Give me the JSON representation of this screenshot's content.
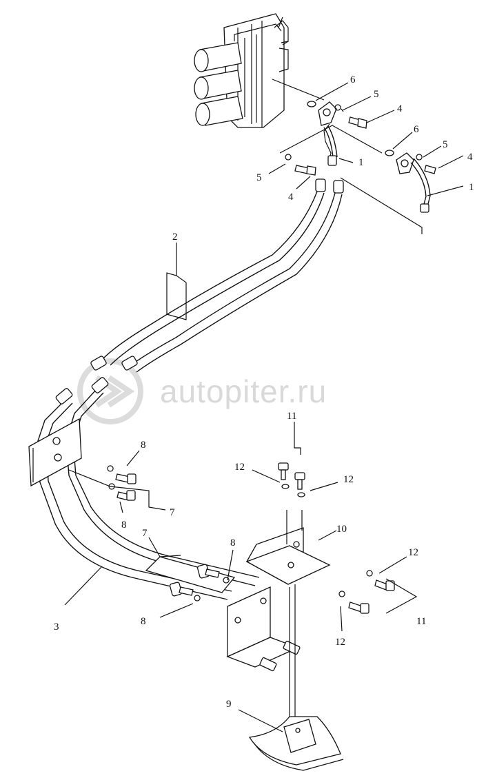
{
  "watermark": {
    "text": "autopiter.ru"
  },
  "callouts": [
    {
      "id": "c-6a",
      "text": "6"
    },
    {
      "id": "c-5a",
      "text": "5"
    },
    {
      "id": "c-4a",
      "text": "4"
    },
    {
      "id": "c-6b",
      "text": "6"
    },
    {
      "id": "c-5b",
      "text": "5"
    },
    {
      "id": "c-4b",
      "text": "4"
    },
    {
      "id": "c-1a",
      "text": "1"
    },
    {
      "id": "c-5c",
      "text": "5"
    },
    {
      "id": "c-4c",
      "text": "4"
    },
    {
      "id": "c-1b",
      "text": "1"
    },
    {
      "id": "c-2",
      "text": "2"
    },
    {
      "id": "c-11a",
      "text": "11"
    },
    {
      "id": "c-8a",
      "text": "8"
    },
    {
      "id": "c-12a",
      "text": "12"
    },
    {
      "id": "c-12b",
      "text": "12"
    },
    {
      "id": "c-7a",
      "text": "7"
    },
    {
      "id": "c-8b",
      "text": "8"
    },
    {
      "id": "c-10",
      "text": "10"
    },
    {
      "id": "c-7b",
      "text": "7"
    },
    {
      "id": "c-8c",
      "text": "8"
    },
    {
      "id": "c-12c",
      "text": "12"
    },
    {
      "id": "c-3",
      "text": "3"
    },
    {
      "id": "c-8d",
      "text": "8"
    },
    {
      "id": "c-11b",
      "text": "11"
    },
    {
      "id": "c-12d",
      "text": "12"
    },
    {
      "id": "c-9",
      "text": "9"
    }
  ]
}
